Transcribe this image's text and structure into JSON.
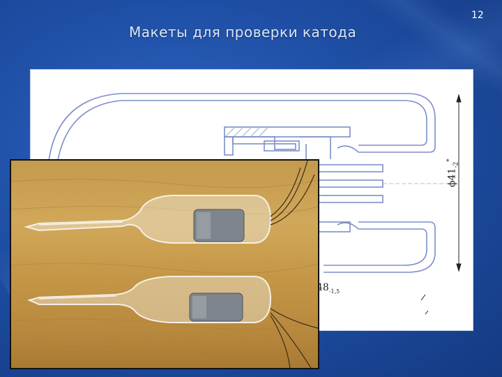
{
  "slide": {
    "title": "Макеты для проверки катода",
    "page_number": "12"
  },
  "drawing": {
    "dimension_diameter": "ϕ41",
    "dimension_diameter_tol": "-2",
    "dimension_length": "48",
    "dimension_length_tol": "-1,5"
  },
  "colors": {
    "background": "#1f4fa6",
    "drawing_line": "#7b8fc8",
    "wood": "#c49a4c"
  }
}
